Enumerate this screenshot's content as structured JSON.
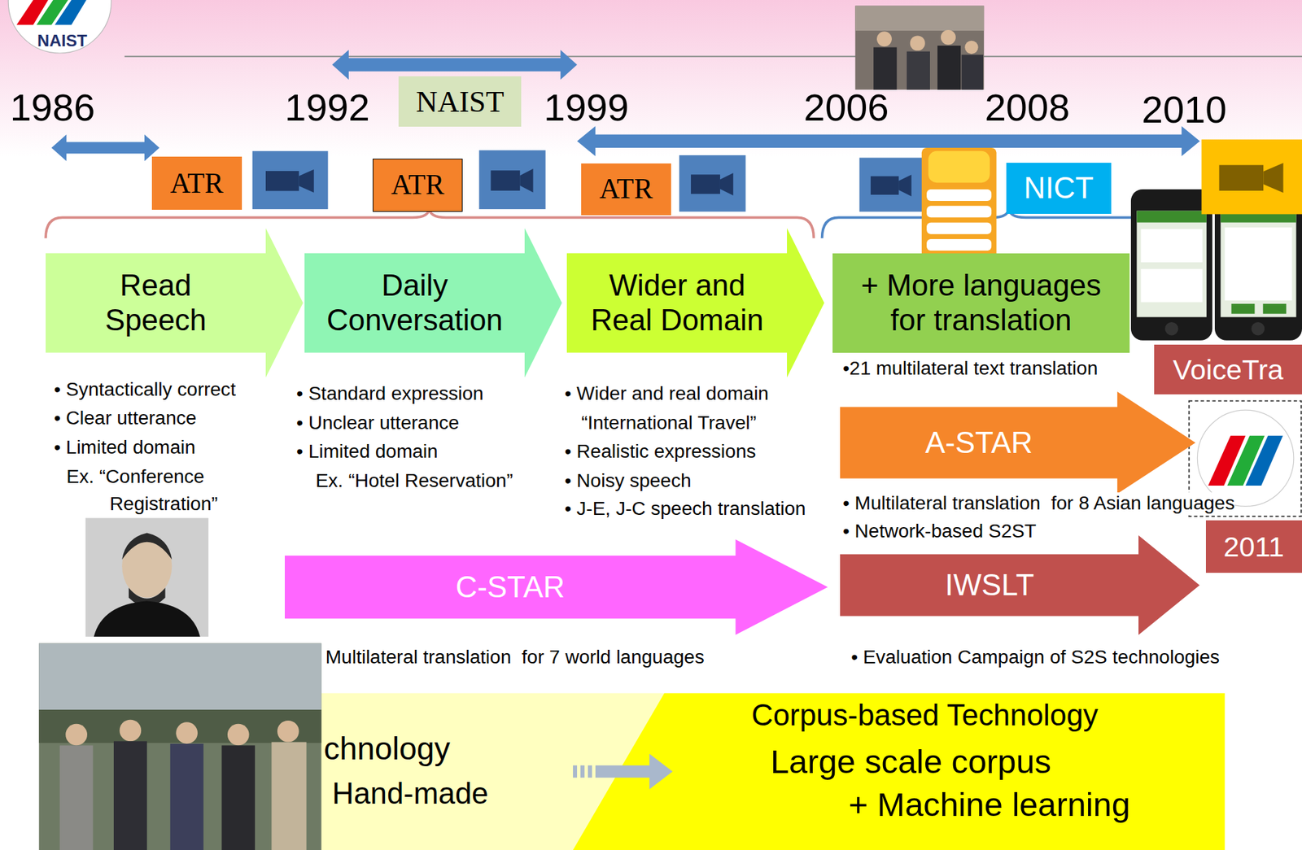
{
  "diagram": {
    "nodes": [
      {
        "text": [
          "NAIST"
        ]
      },
      {
        "text": [
          "ATR"
        ]
      },
      {
        "text": [
          "ATR"
        ]
      },
      {
        "text": [
          "ATR"
        ]
      },
      {
        "text": [
          "NICT"
        ]
      },
      {
        "text": [
          "Read Speech"
        ]
      },
      {
        "text": [
          "Daily Conversation"
        ]
      },
      {
        "text": [
          "Wider and Real Domain"
        ]
      },
      {
        "text": [
          "+ More languages for translation"
        ]
      },
      {
        "text": [
          "VoiceTra"
        ]
      },
      {
        "text": [
          "A-STAR"
        ]
      },
      {
        "text": [
          "2011"
        ]
      },
      {
        "text": [
          "C-STAR"
        ]
      },
      {
        "text": [
          "IWSLT"
        ]
      },
      {
        "text": [
          "chnology",
          "Hand-made"
        ]
      },
      {
        "text": [
          "Corpus-based Technology",
          "Large scale corpus",
          "+ Machine learning"
        ]
      }
    ],
    "edges": [
      {
        "from": 14,
        "to": 15,
        "arrow": "to"
      }
    ],
    "labels": [
      "NAIST",
      "1986",
      "1992",
      "1999",
      "2006",
      "2008",
      "2010",
      "• Syntactically correct",
      "• Clear utterance",
      "• Limited domain",
      "Ex. “Conference",
      "Registration”",
      "• Standard expression",
      "• Unclear utterance",
      "• Limited domain",
      "Ex. “Hotel Reservation”",
      "• Wider and real domain",
      "“International Travel”",
      "• Realistic expressions",
      "• Noisy speech",
      "• J-E, J-C speech translation",
      "•21 multilateral text translation",
      "• Multilateral translation  for 8 Asian languages",
      "• Network-based S2ST",
      "Multilateral translation  for 7 world languages",
      "• Evaluation Campaign of S2S technologies"
    ]
  }
}
